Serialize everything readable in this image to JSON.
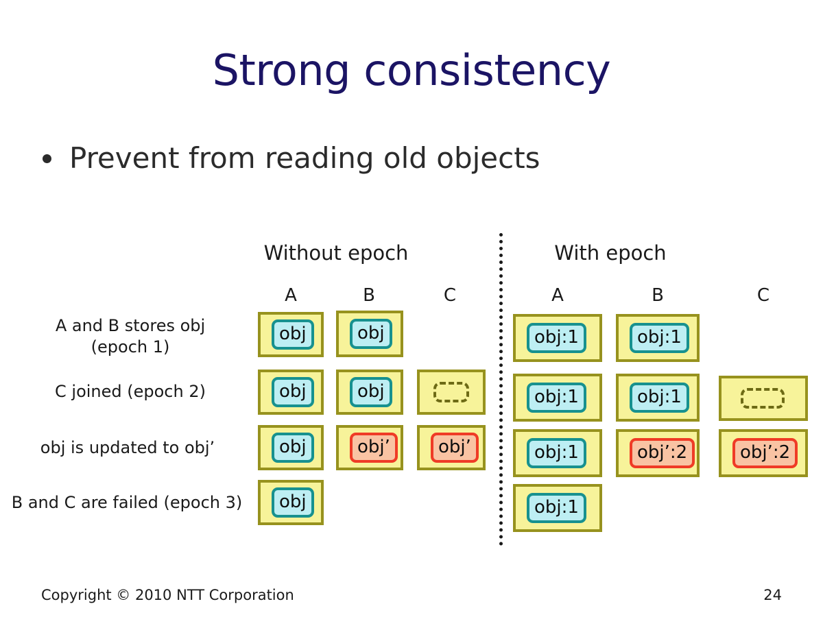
{
  "slide": {
    "title": "Strong consistency",
    "bullets": [
      {
        "text": "Prevent from reading old objects"
      }
    ]
  },
  "footer": {
    "copyright": "Copyright © 2010 NTT Corporation",
    "page_number": "24"
  },
  "diagram": {
    "sections": [
      {
        "key": "without",
        "title": "Without epoch",
        "columns": [
          "A",
          "B",
          "C"
        ]
      },
      {
        "key": "with",
        "title": "With epoch",
        "columns": [
          "A",
          "B",
          "C"
        ]
      }
    ],
    "row_labels": [
      "A and B stores obj\n(epoch 1)",
      "C joined (epoch 2)",
      "obj is updated to obj’",
      "B and C are failed (epoch 3)"
    ],
    "without_epoch": {
      "rows": [
        [
          {
            "present": true,
            "label": "obj",
            "state": "cyan"
          },
          {
            "present": true,
            "label": "obj",
            "state": "cyan"
          },
          {
            "present": false
          }
        ],
        [
          {
            "present": true,
            "label": "obj",
            "state": "cyan"
          },
          {
            "present": true,
            "label": "obj",
            "state": "cyan"
          },
          {
            "present": true,
            "label": "",
            "state": "empty"
          }
        ],
        [
          {
            "present": true,
            "label": "obj",
            "state": "cyan"
          },
          {
            "present": true,
            "label": "obj’",
            "state": "red"
          },
          {
            "present": true,
            "label": "obj’",
            "state": "red"
          }
        ],
        [
          {
            "present": true,
            "label": "obj",
            "state": "cyan"
          },
          {
            "present": false
          },
          {
            "present": false
          }
        ]
      ]
    },
    "with_epoch": {
      "rows": [
        [
          {
            "present": true,
            "label": "obj:1",
            "state": "cyan"
          },
          {
            "present": true,
            "label": "obj:1",
            "state": "cyan"
          },
          {
            "present": false
          }
        ],
        [
          {
            "present": true,
            "label": "obj:1",
            "state": "cyan"
          },
          {
            "present": true,
            "label": "obj:1",
            "state": "cyan"
          },
          {
            "present": true,
            "label": "",
            "state": "empty"
          }
        ],
        [
          {
            "present": true,
            "label": "obj:1",
            "state": "cyan"
          },
          {
            "present": true,
            "label": "obj’:2",
            "state": "red"
          },
          {
            "present": true,
            "label": "obj’:2",
            "state": "red"
          }
        ],
        [
          {
            "present": true,
            "label": "obj:1",
            "state": "cyan"
          },
          {
            "present": false
          },
          {
            "present": false
          }
        ]
      ]
    },
    "colors": {
      "title": "#1b1464",
      "body_text": "#2b2b2b",
      "node_fill": "#f7f39a",
      "node_border": "#97921e",
      "badge_current_fill": "#bdeef3",
      "badge_current_border": "#17918f",
      "badge_updated_fill": "#f9c3a3",
      "badge_updated_border": "#ef3b26",
      "divider": "#1a1a1a"
    }
  }
}
